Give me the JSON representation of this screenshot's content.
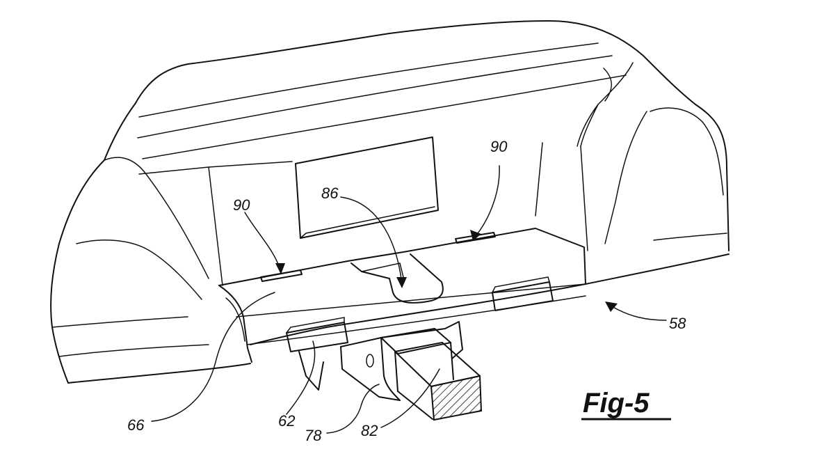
{
  "figure": {
    "title": "Fig-5"
  },
  "callouts": [
    {
      "id": "90-left",
      "text": "90"
    },
    {
      "id": "86",
      "text": "86"
    },
    {
      "id": "90-right",
      "text": "90"
    },
    {
      "id": "58",
      "text": "58"
    },
    {
      "id": "66",
      "text": "66"
    },
    {
      "id": "62",
      "text": "62"
    },
    {
      "id": "78",
      "text": "78"
    },
    {
      "id": "82",
      "text": "82"
    }
  ]
}
